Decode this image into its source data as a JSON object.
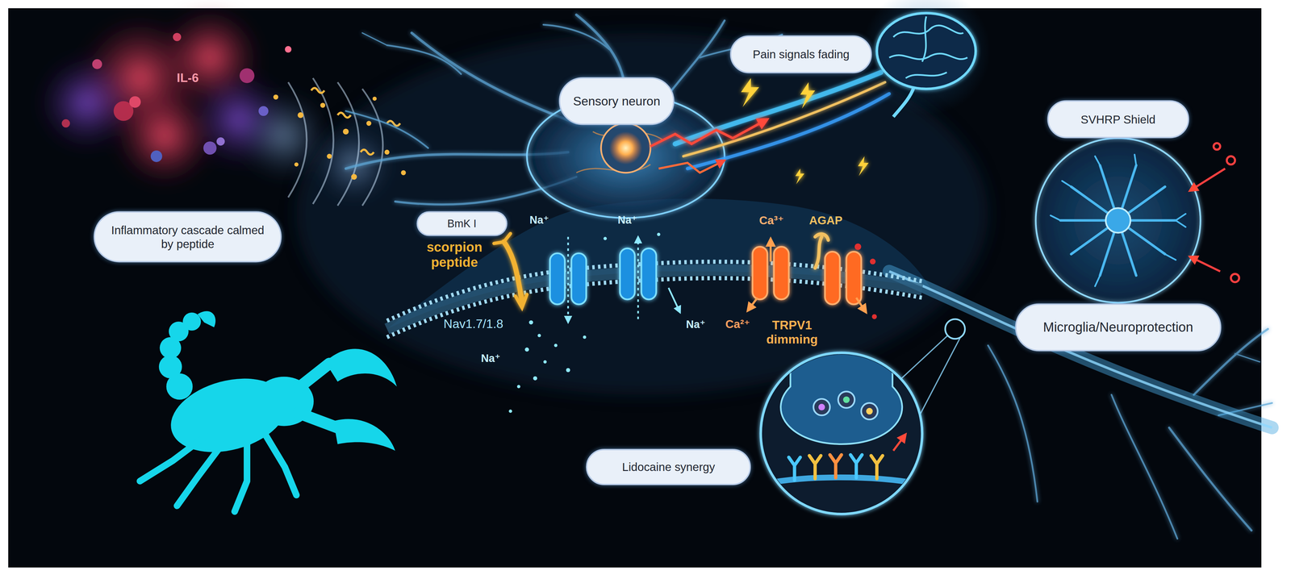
{
  "diagram": {
    "nodes": [
      {
        "text": [
          "Inflammatory cascade calmed by peptide"
        ]
      },
      {
        "text": [
          "Sensory neuron"
        ]
      },
      {
        "text": [
          "Pain signals fading"
        ]
      },
      {
        "text": [
          "SVHRP Shield"
        ]
      },
      {
        "text": [
          "BmK I"
        ]
      },
      {
        "text": [
          "Microglia/Neuroprotection"
        ]
      },
      {
        "text": [
          "Lidocaine synergy"
        ]
      }
    ],
    "labels": [
      "IL-6",
      "scorpion peptide",
      "Nav1.7/1.8",
      "Na⁺",
      "Na⁺",
      "Na⁺",
      "Na⁺",
      "Ca³⁺",
      "AGAP",
      "Ca²⁺",
      "TRPV1 dimming"
    ]
  }
}
